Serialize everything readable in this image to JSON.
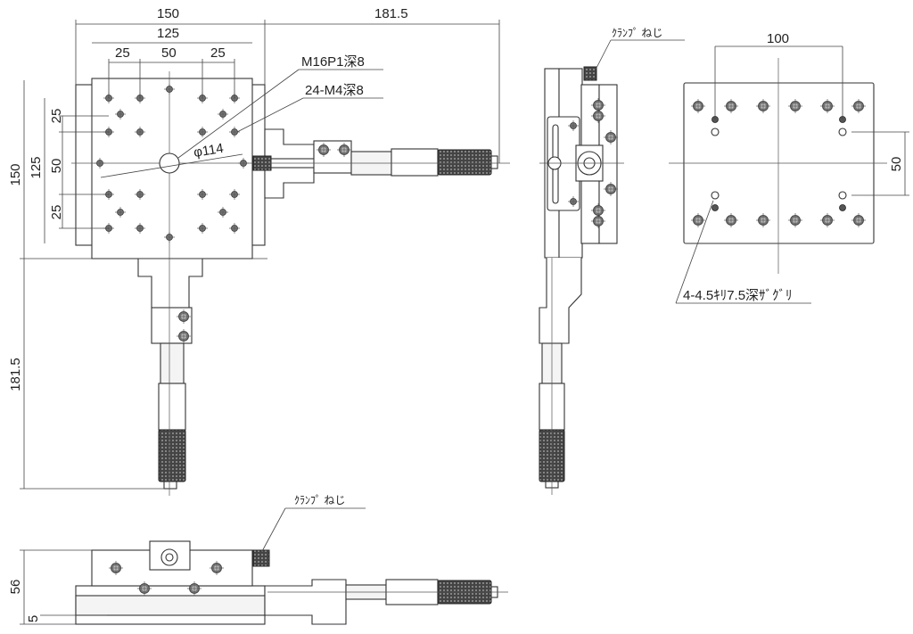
{
  "title": "XY stage dimensional drawing",
  "top_view": {
    "dim_width_outer": "150",
    "dim_width_inner": "125",
    "dim_pitch_left": "25",
    "dim_pitch_center": "50",
    "dim_pitch_right": "25",
    "dim_micrometer_x": "181.5",
    "dim_height_outer": "150",
    "dim_height_inner": "125",
    "dim_pitch_v_center": "50",
    "dim_pitch_v_top": "25",
    "dim_pitch_v_bottom": "25",
    "dim_micrometer_y": "181.5",
    "callout_center_hole": "M16P1深8",
    "callout_tapped_holes": "24-M4深8",
    "dim_diameter": "φ114"
  },
  "side_view": {
    "callout_clamp": "ｸﾗﾝﾌﾟ ねじ"
  },
  "bottom_view": {
    "dim_width": "100",
    "dim_height": "50",
    "callout_holes": "4-4.5ｷﾘ7.5深ｻﾞｸﾞﾘ"
  },
  "front_view": {
    "callout_clamp": "ｸﾗﾝﾌﾟ ねじ",
    "dim_height": "56",
    "dim_offset": "5"
  }
}
